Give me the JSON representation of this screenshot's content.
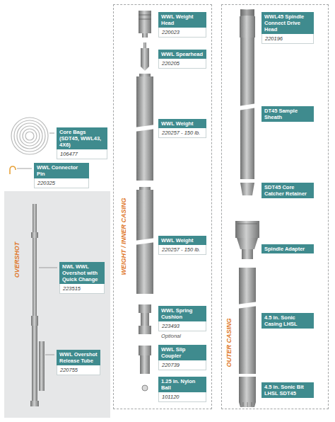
{
  "diagram": {
    "nodes": [
      {
        "text": [
          "Core Bags (SDT45, WWL43, 4X6)",
          "106477"
        ]
      },
      {
        "text": [
          "WWL Connector Pin",
          "220325"
        ]
      },
      {
        "text": [
          "OVERSHOT"
        ]
      },
      {
        "text": [
          "NWL WWL Overshot with Quick Change",
          "223515"
        ],
        "in": 2
      },
      {
        "text": [
          "WWL Overshot Release Tube",
          "220755"
        ],
        "in": 2
      },
      {
        "text": [
          "WEIGHT / INNER CASING"
        ]
      },
      {
        "text": [
          "WWL Weight Head",
          "220023"
        ],
        "in": 5
      },
      {
        "text": [
          "WWL Spearhead",
          "220205"
        ],
        "in": 5
      },
      {
        "text": [
          "WWL Weight",
          "220257 - 150 lb."
        ],
        "in": 5
      },
      {
        "text": [
          "WWL Weight",
          "220257 - 150 lb."
        ],
        "in": 5
      },
      {
        "text": [
          "WWL Spring Cushion",
          "223493",
          "Optional"
        ],
        "in": 5
      },
      {
        "text": [
          "WWL Slip Coupler",
          "220739"
        ],
        "in": 5
      },
      {
        "text": [
          "1.25 in. Nylon Ball",
          "101120"
        ],
        "in": 5
      },
      {
        "text": [
          "OUTER CASING"
        ]
      },
      {
        "text": [
          "WWL45 Spindle Connect Drive Head",
          "220196"
        ],
        "in": 13
      },
      {
        "text": [
          "DT45 Sample Sheath"
        ],
        "in": 13
      },
      {
        "text": [
          "SDT45 Core Catcher Retainer"
        ],
        "in": 13
      },
      {
        "text": [
          "Spindle Adapter"
        ],
        "in": 13
      },
      {
        "text": [
          "4.5 in. Sonic Casing LHSL"
        ],
        "in": 13
      },
      {
        "text": [
          "4.5 in. Sonic Bit LHSL SDT45"
        ],
        "in": 13
      }
    ]
  }
}
